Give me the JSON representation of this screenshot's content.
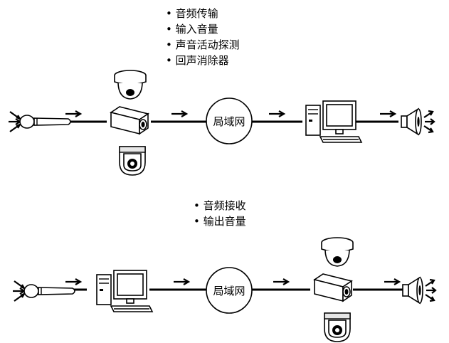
{
  "top": {
    "features": [
      "音频传输",
      "输入音量",
      "声音活动探测",
      "回声消除器"
    ],
    "lan_label": "局域网"
  },
  "bottom": {
    "features": [
      "音频接收",
      "输出音量"
    ],
    "lan_label": "局域网"
  },
  "icons": [
    "microphone-icon",
    "dome-camera-icon",
    "box-camera-icon",
    "ptz-camera-icon",
    "lan-cloud-icon",
    "computer-icon",
    "speaker-icon",
    "arrow-icon"
  ]
}
